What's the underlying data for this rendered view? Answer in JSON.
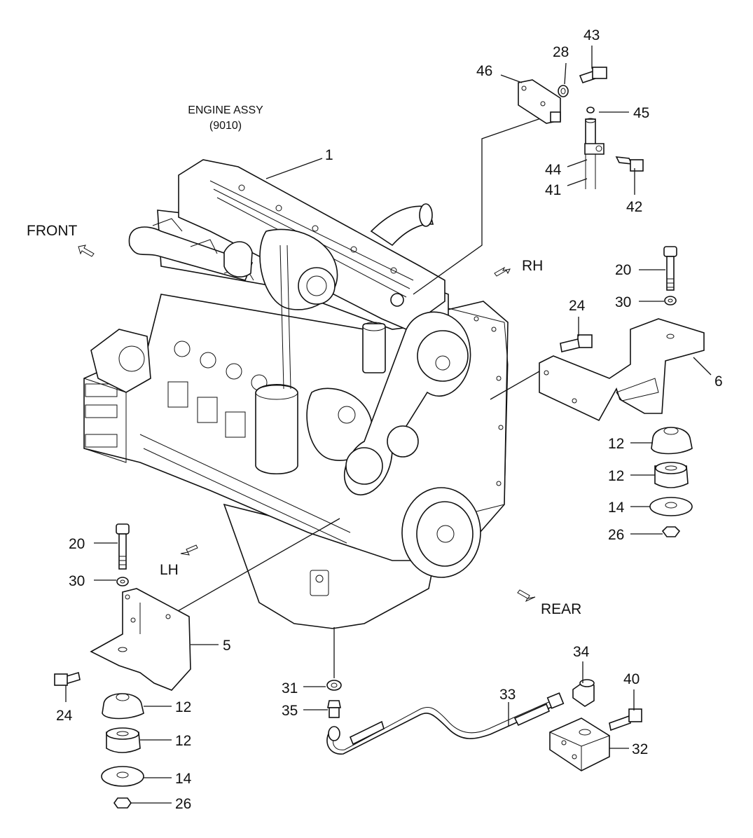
{
  "title": {
    "line1": "ENGINE ASSY",
    "line2": "(9010)"
  },
  "directions": {
    "front": "FRONT",
    "rh": "RH",
    "lh": "LH",
    "rear": "REAR"
  },
  "callouts": {
    "c1": "1",
    "c5": "5",
    "c6": "6",
    "c12a": "12",
    "c12b": "12",
    "c12c": "12",
    "c12d": "12",
    "c14a": "14",
    "c14b": "14",
    "c20a": "20",
    "c20b": "20",
    "c24a": "24",
    "c24b": "24",
    "c26a": "26",
    "c26b": "26",
    "c28": "28",
    "c30a": "30",
    "c30b": "30",
    "c31": "31",
    "c32": "32",
    "c33": "33",
    "c34": "34",
    "c35": "35",
    "c40": "40",
    "c41": "41",
    "c42": "42",
    "c43": "43",
    "c44": "44",
    "c45": "45",
    "c46": "46"
  }
}
